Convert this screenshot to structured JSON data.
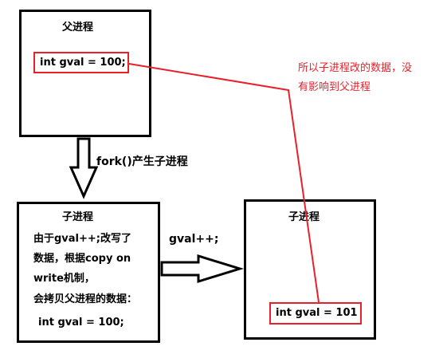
{
  "parent": {
    "title": "父进程",
    "var": "int gval = 100;"
  },
  "fork_label": "fork()产生子进程",
  "child_before": {
    "title": "子进程",
    "lines": [
      "由于gval++;改写了",
      "数据，根据copy on",
      "write机制，",
      "会拷贝父进程的数据："
    ],
    "var": "int gval = 100;"
  },
  "op_label": "gval++;",
  "child_after": {
    "title": "子进程",
    "var": "int gval = 101"
  },
  "annotation": {
    "line1": "所以子进程改的数据，没",
    "line2": "有影响到父进程"
  },
  "colors": {
    "highlight": "#e8202a",
    "border": "#000000"
  }
}
